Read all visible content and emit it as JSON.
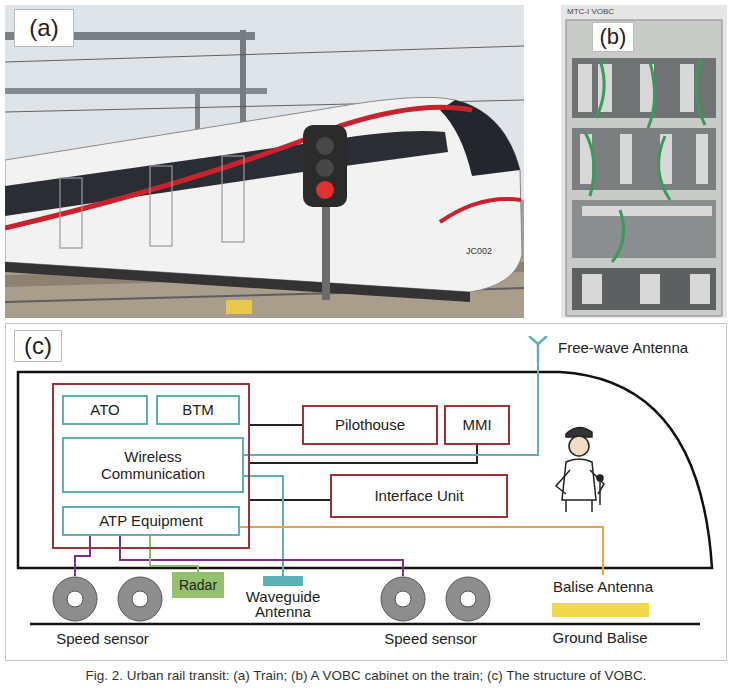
{
  "diagram": {
    "caption": "Fig. 2. Urban rail transit: (a) Train; (b) A VOBC cabinet on the train; (c) The structure of VOBC.",
    "nodes": [
      {
        "text": []
      },
      {
        "text": [
          "ATO"
        ],
        "in": 0
      },
      {
        "text": [
          "BTM"
        ],
        "in": 0
      },
      {
        "text": [
          "Wireless Communication"
        ],
        "in": 0
      },
      {
        "text": [
          "ATP Equipment"
        ],
        "in": 0
      },
      {
        "text": [
          "Pilothouse"
        ]
      },
      {
        "text": [
          "MMI"
        ]
      },
      {
        "text": [
          "Interface Unit"
        ]
      },
      {
        "text": [
          "Free-wave Antenna"
        ]
      },
      {
        "text": [
          "Radar"
        ]
      },
      {
        "text": [
          "Waveguide Antenna"
        ]
      },
      {
        "text": [
          "Balise Antenna"
        ]
      },
      {
        "text": [
          "Speed sensor"
        ]
      },
      {
        "text": [
          "Speed sensor"
        ]
      },
      {
        "text": [
          "Ground Balise"
        ]
      }
    ],
    "edges": [
      {
        "from": 0,
        "to": 5,
        "arrow": "none"
      },
      {
        "from": 0,
        "to": 6,
        "arrow": "none"
      },
      {
        "from": 0,
        "to": 7,
        "arrow": "none"
      },
      {
        "from": 3,
        "to": 8,
        "arrow": "none"
      },
      {
        "from": 3,
        "to": 10,
        "arrow": "none"
      },
      {
        "from": 4,
        "to": 11,
        "arrow": "none"
      },
      {
        "from": 4,
        "to": 12,
        "arrow": "none"
      },
      {
        "from": 4,
        "to": 13,
        "arrow": "none"
      },
      {
        "from": 4,
        "to": 9,
        "arrow": "none"
      }
    ],
    "labels": [
      "(a)",
      "(b)",
      "(c)",
      "JC002",
      "MTC-I VOBC"
    ]
  }
}
